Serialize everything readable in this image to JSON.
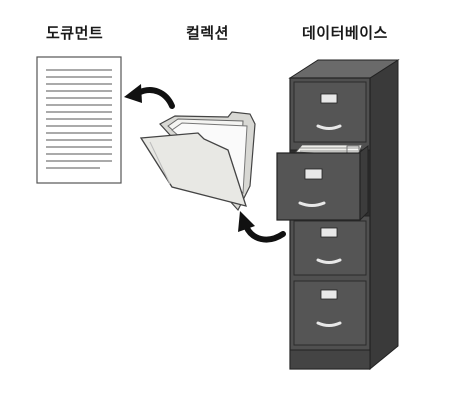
{
  "labels": {
    "document": "도큐먼트",
    "collection": "컬렉션",
    "database": "데이터베이스"
  },
  "icons": {
    "document": "document-page-icon",
    "collection": "folder-icon",
    "database": "filing-cabinet-icon",
    "arrow_from_folder": "curved-arrow-icon",
    "arrow_from_cabinet": "curved-arrow-icon"
  },
  "colors": {
    "cabinet": "#505050",
    "cabinet_dark": "#3a3a3a",
    "folder": "#e8e8e4",
    "arrow": "#111111"
  }
}
